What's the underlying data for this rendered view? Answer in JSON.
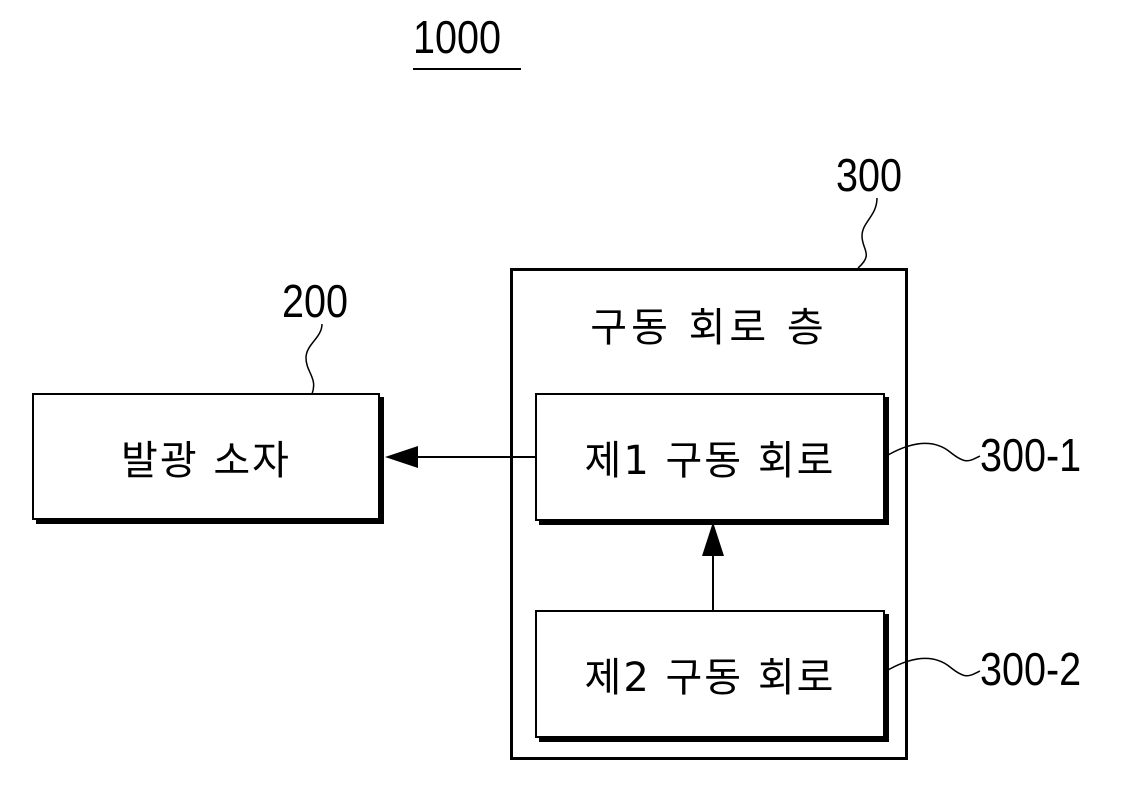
{
  "figure_label": "1000",
  "blocks": {
    "light_emitting": {
      "ref": "200",
      "label": "발광 소자"
    },
    "driving_layer": {
      "ref": "300",
      "label": "구동 회로 층"
    },
    "circuit_1": {
      "ref": "300-1",
      "label": "제1 구동 회로"
    },
    "circuit_2": {
      "ref": "300-2",
      "label": "제2 구동 회로"
    }
  }
}
